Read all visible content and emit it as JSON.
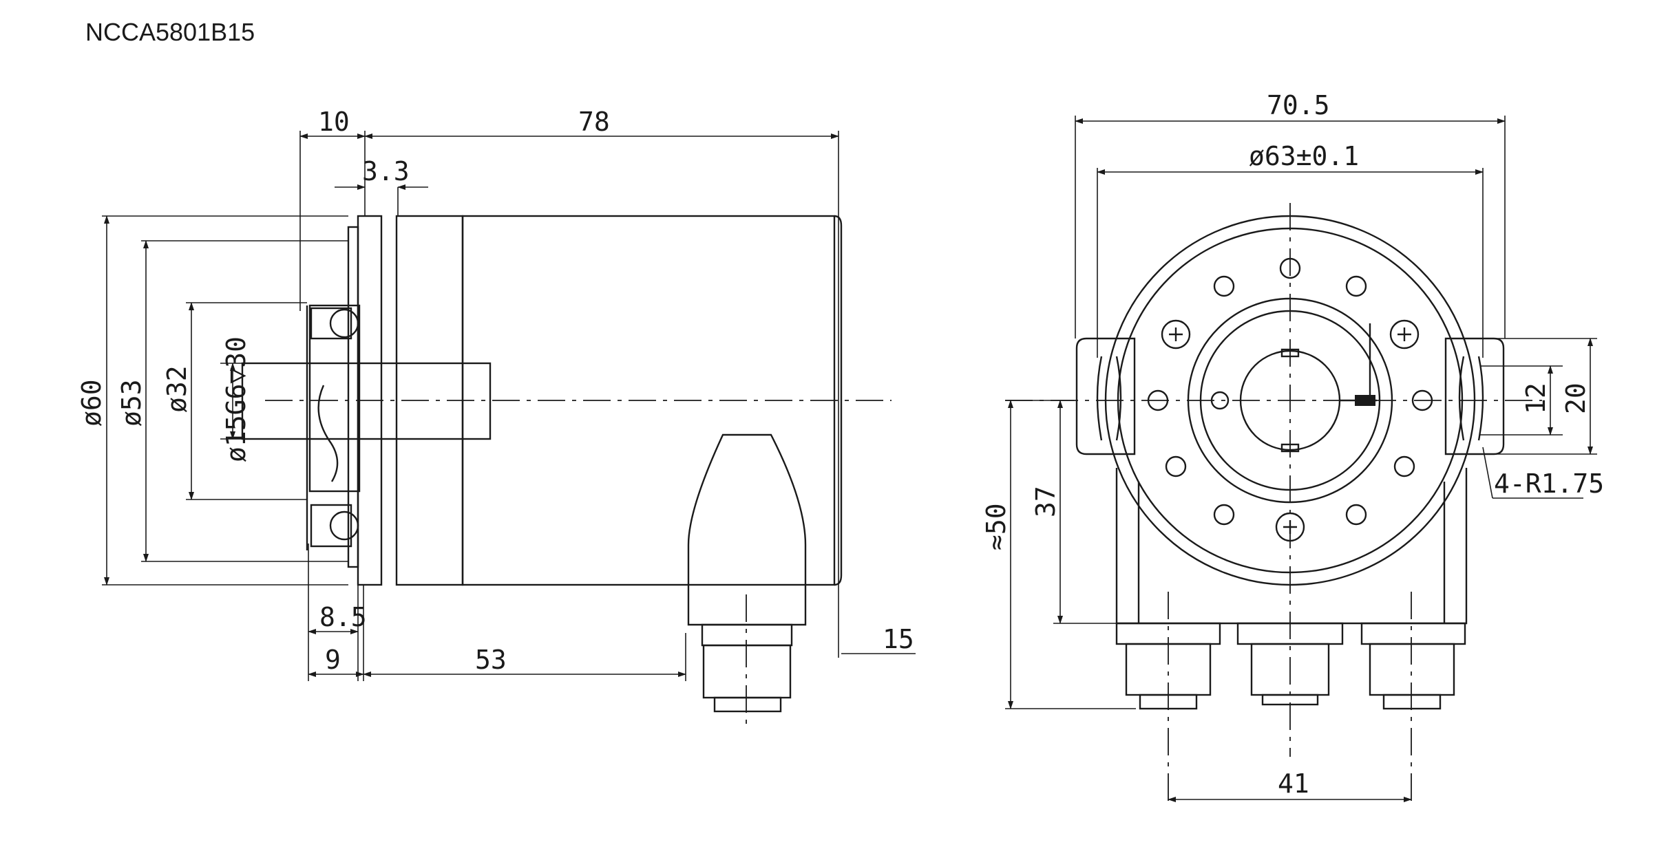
{
  "title": "NCCA5801B15",
  "side_view": {
    "dims": {
      "flange_thickness": "10",
      "body_length": "78",
      "step": "3.3",
      "dia_outer": "ø60",
      "dia_mid": "ø53",
      "dia_centering": "ø32",
      "shaft": "ø15G6▽30",
      "offset_8_5": "8.5",
      "offset_9": "9",
      "connector_pos": "53",
      "connector_depth": "15"
    }
  },
  "front_view": {
    "dims": {
      "width": "70.5",
      "bolt_circle": "ø63±0.1",
      "slot_width": "12",
      "slot_height": "20",
      "slot_radius": "4-R1.75",
      "center_height": "37",
      "total_height": "≈50",
      "connector_spacing": "41"
    }
  }
}
